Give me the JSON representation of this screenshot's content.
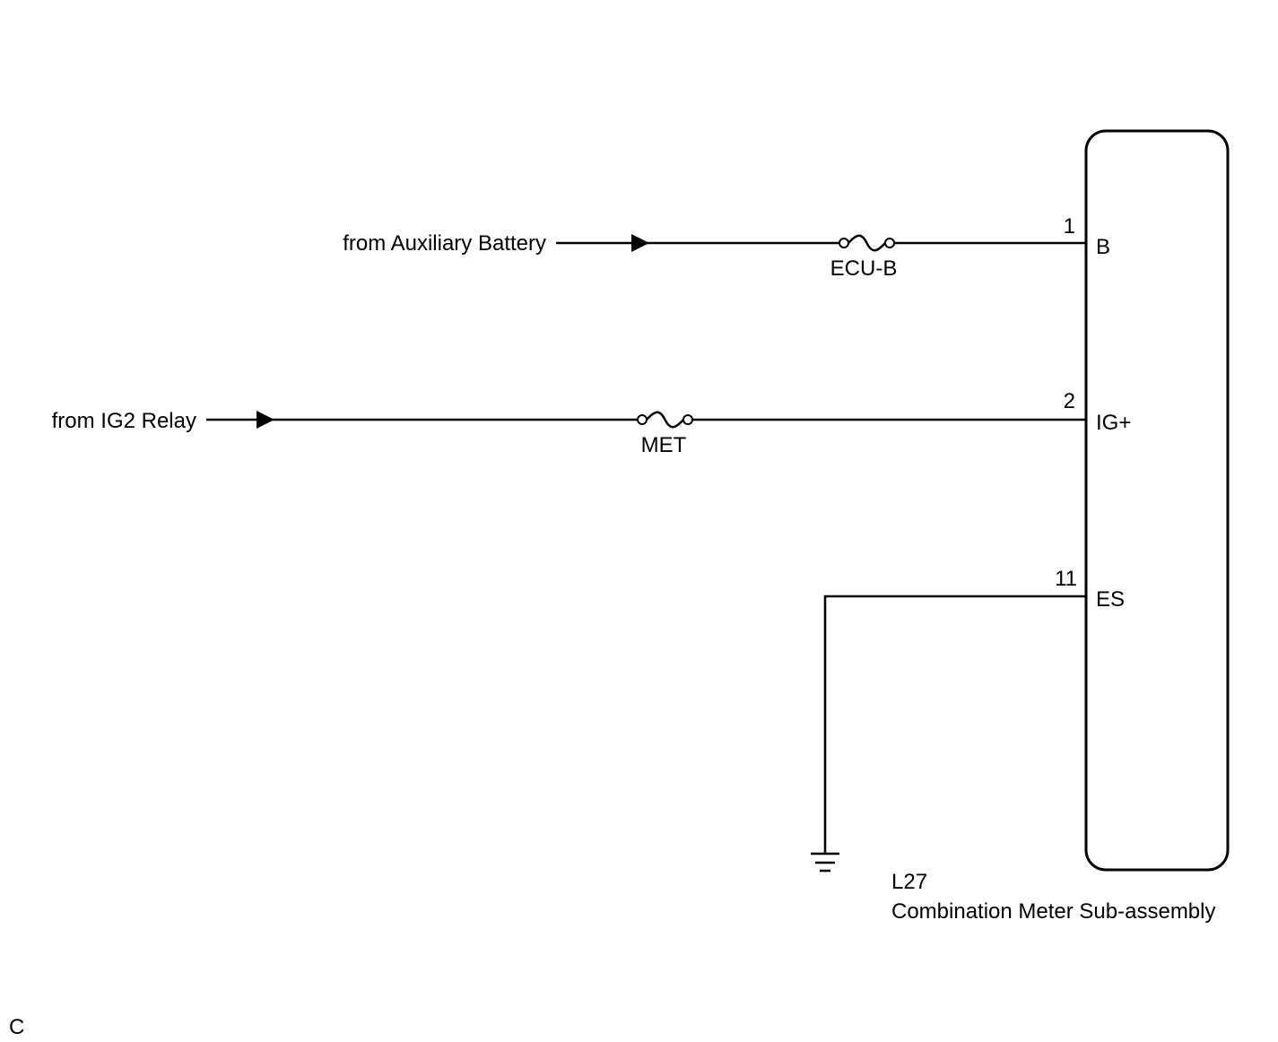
{
  "colors": {
    "line": "#000000",
    "background": "#ffffff"
  },
  "sources": {
    "aux_battery": "from Auxiliary Battery",
    "ig2_relay": "from IG2 Relay"
  },
  "fuses": {
    "ecu_b": "ECU-B",
    "met": "MET"
  },
  "pins": [
    {
      "number": "1",
      "name": "B"
    },
    {
      "number": "2",
      "name": "IG+"
    },
    {
      "number": "11",
      "name": "ES"
    }
  ],
  "component": {
    "code": "L27",
    "name": "Combination Meter Sub-assembly"
  },
  "corner_label": "C",
  "icons": {
    "ground": "ground-icon",
    "arrow": "arrow-right-icon",
    "fuse": "fuse-icon"
  }
}
